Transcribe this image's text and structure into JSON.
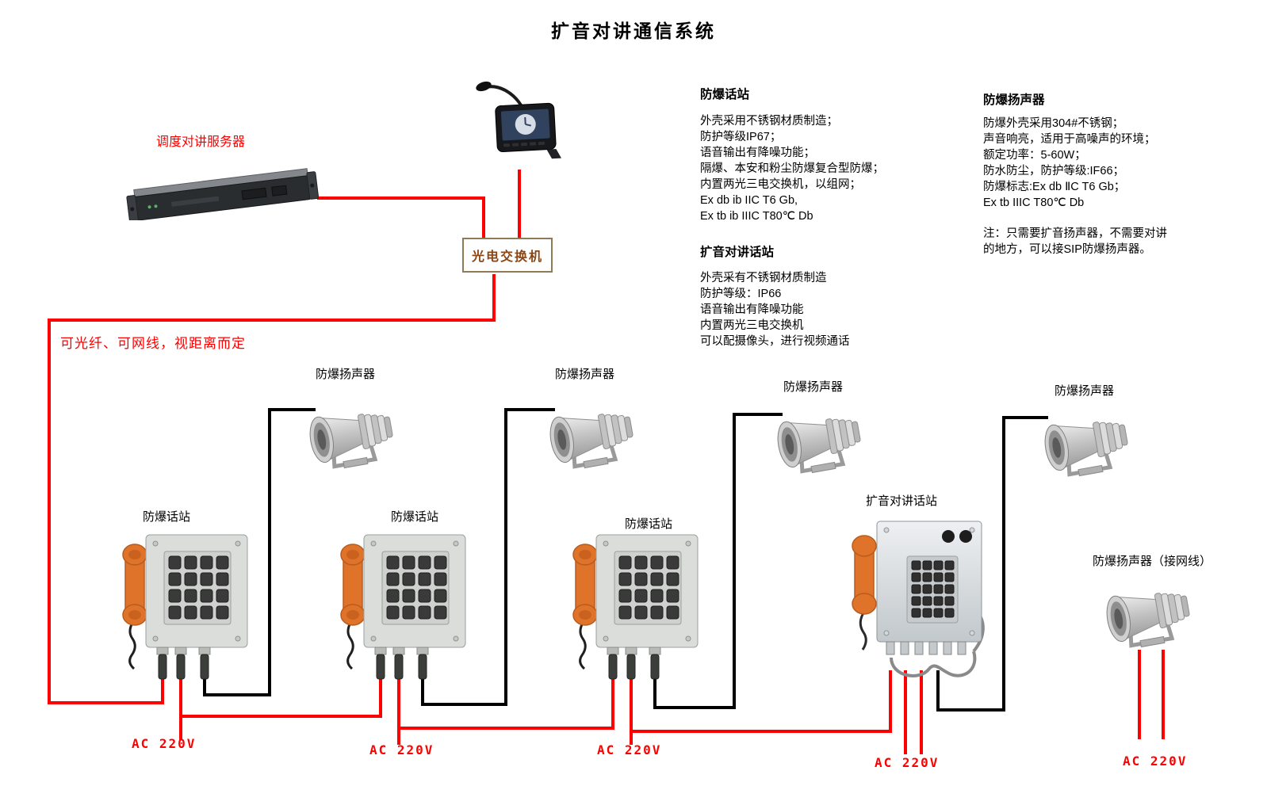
{
  "title": "扩音对讲通信系统",
  "labels": {
    "server": "调度对讲服务器",
    "switch": "光电交换机",
    "link_note": "可光纤、可网线，视距离而定",
    "speaker": "防爆扬声器",
    "speaker_network": "防爆扬声器（接网线）",
    "station": "防爆话站",
    "intercom_station": "扩音对讲话站",
    "power": "AC 220V"
  },
  "info_blocks": {
    "station": {
      "heading": "防爆话站",
      "lines": [
        "外壳采用不锈钢材质制造；",
        "防护等级IP67；",
        "语音输出有降噪功能；",
        "隔爆、本安和粉尘防爆复合型防爆；",
        "内置两光三电交换机，以组网；",
        "Ex db ib IIC T6 Gb,",
        "Ex tb ib IIIC T80℃ Db"
      ]
    },
    "intercom": {
      "heading": "扩音对讲话站",
      "lines": [
        "外壳采有不锈钢材质制造",
        "防护等级：IP66",
        "语音输出有降噪功能",
        "内置两光三电交换机",
        "可以配摄像头，进行视频通话"
      ]
    },
    "speaker": {
      "heading": "防爆扬声器",
      "lines": [
        "防爆外壳采用304#不锈钢；",
        "声音响亮，适用于高噪声的环境；",
        "额定功率：5-60W；",
        "防水防尘，防护等级:IF66；",
        "防爆标志:Ex db ⅡC T6 Gb；",
        "Ex tb IIIC T80℃ Db"
      ],
      "note_lines": [
        "注：只需要扩音扬声器，不需要对讲",
        "的地方，可以接SIP防爆扬声器。"
      ]
    }
  },
  "colors": {
    "cable_red": "#ff0000",
    "cable_black": "#000000",
    "handset_orange": "#e0732a",
    "switch_text": "#8b4513"
  }
}
